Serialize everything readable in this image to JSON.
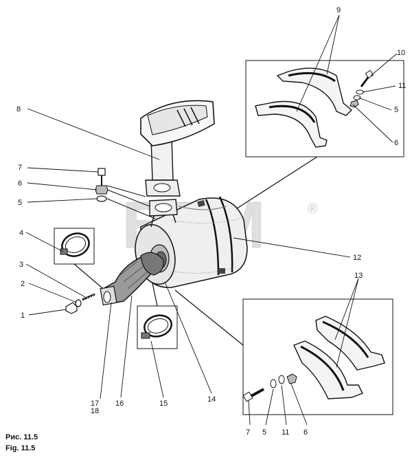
{
  "watermark": {
    "text": "BTM",
    "registered": "®",
    "color": "#d9d9d9"
  },
  "caption": {
    "ru": "Рис. 11.5",
    "en": "Fig. 11.5"
  },
  "callouts": {
    "c1": "1",
    "c2": "2",
    "c3": "3",
    "c4": "4",
    "c5a": "5",
    "c6a": "6",
    "c7a": "7",
    "c8": "8",
    "c9": "9",
    "c10": "10",
    "c11a": "11",
    "c5b": "5",
    "c6b": "6",
    "c12": "12",
    "c13": "13",
    "c14": "14",
    "c15": "15",
    "c16": "16",
    "c17": "17",
    "c18": "18",
    "c7b": "7",
    "c5c": "5",
    "c11b": "11",
    "c6c": "6"
  },
  "colors": {
    "line": "#111111",
    "shade": "#888888",
    "light": "#cfcfcf"
  }
}
